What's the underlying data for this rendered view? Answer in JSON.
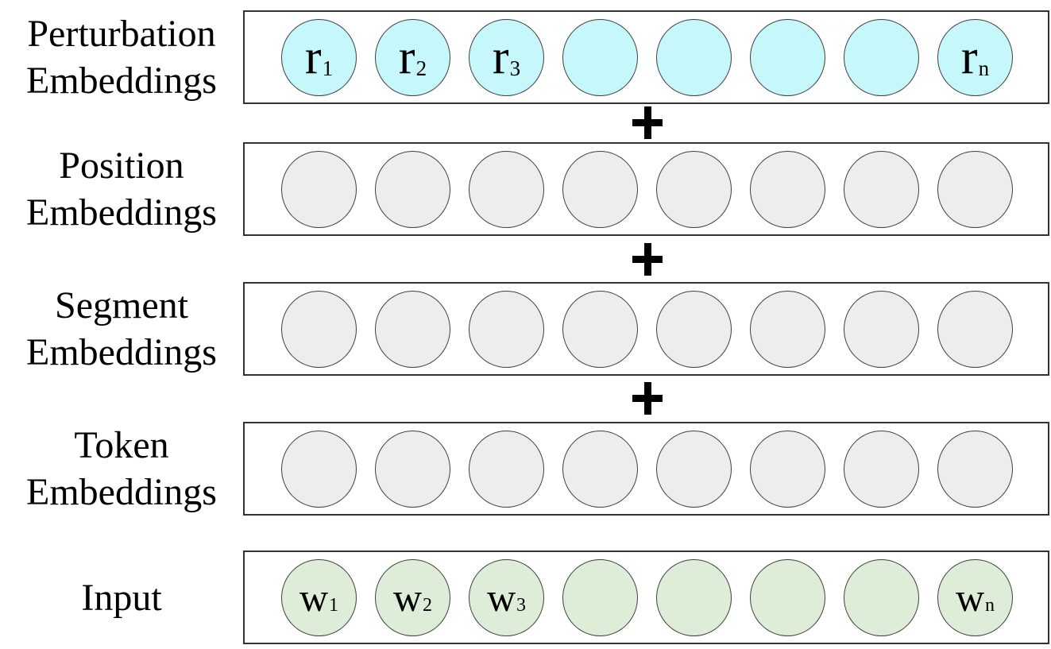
{
  "diagram": {
    "background_color": "#ffffff",
    "box_border_color": "#333333",
    "circle_border_color": "#404040",
    "plus_symbol": "+",
    "plus_color": "#000000",
    "circles_per_row": 8,
    "rows": [
      {
        "id": "perturbation-embeddings",
        "label_lines": [
          "Perturbation",
          "Embeddings"
        ],
        "circle_fill": "#c6f7fa",
        "circles": [
          {
            "base": "r",
            "sub": "1"
          },
          {
            "base": "r",
            "sub": "2"
          },
          {
            "base": "r",
            "sub": "3"
          },
          null,
          null,
          null,
          null,
          {
            "base": "r",
            "sub": "n"
          }
        ],
        "plus_after": true
      },
      {
        "id": "position-embeddings",
        "label_lines": [
          "Position",
          "Embeddings"
        ],
        "circle_fill": "#ededed",
        "circles": [
          null,
          null,
          null,
          null,
          null,
          null,
          null,
          null
        ],
        "plus_after": true
      },
      {
        "id": "segment-embeddings",
        "label_lines": [
          "Segment",
          "Embeddings"
        ],
        "circle_fill": "#ededed",
        "circles": [
          null,
          null,
          null,
          null,
          null,
          null,
          null,
          null
        ],
        "plus_after": true
      },
      {
        "id": "token-embeddings",
        "label_lines": [
          "Token",
          "Embeddings"
        ],
        "circle_fill": "#ededed",
        "circles": [
          null,
          null,
          null,
          null,
          null,
          null,
          null,
          null
        ],
        "plus_after": false
      },
      {
        "id": "input",
        "label_lines": [
          "Input"
        ],
        "circle_fill": "#deedd8",
        "circles": [
          {
            "base": "w",
            "sub": "1"
          },
          {
            "base": "w",
            "sub": "2"
          },
          {
            "base": "w",
            "sub": "3"
          },
          null,
          null,
          null,
          null,
          {
            "base": "w",
            "sub": "n"
          }
        ],
        "plus_after": false
      }
    ]
  }
}
